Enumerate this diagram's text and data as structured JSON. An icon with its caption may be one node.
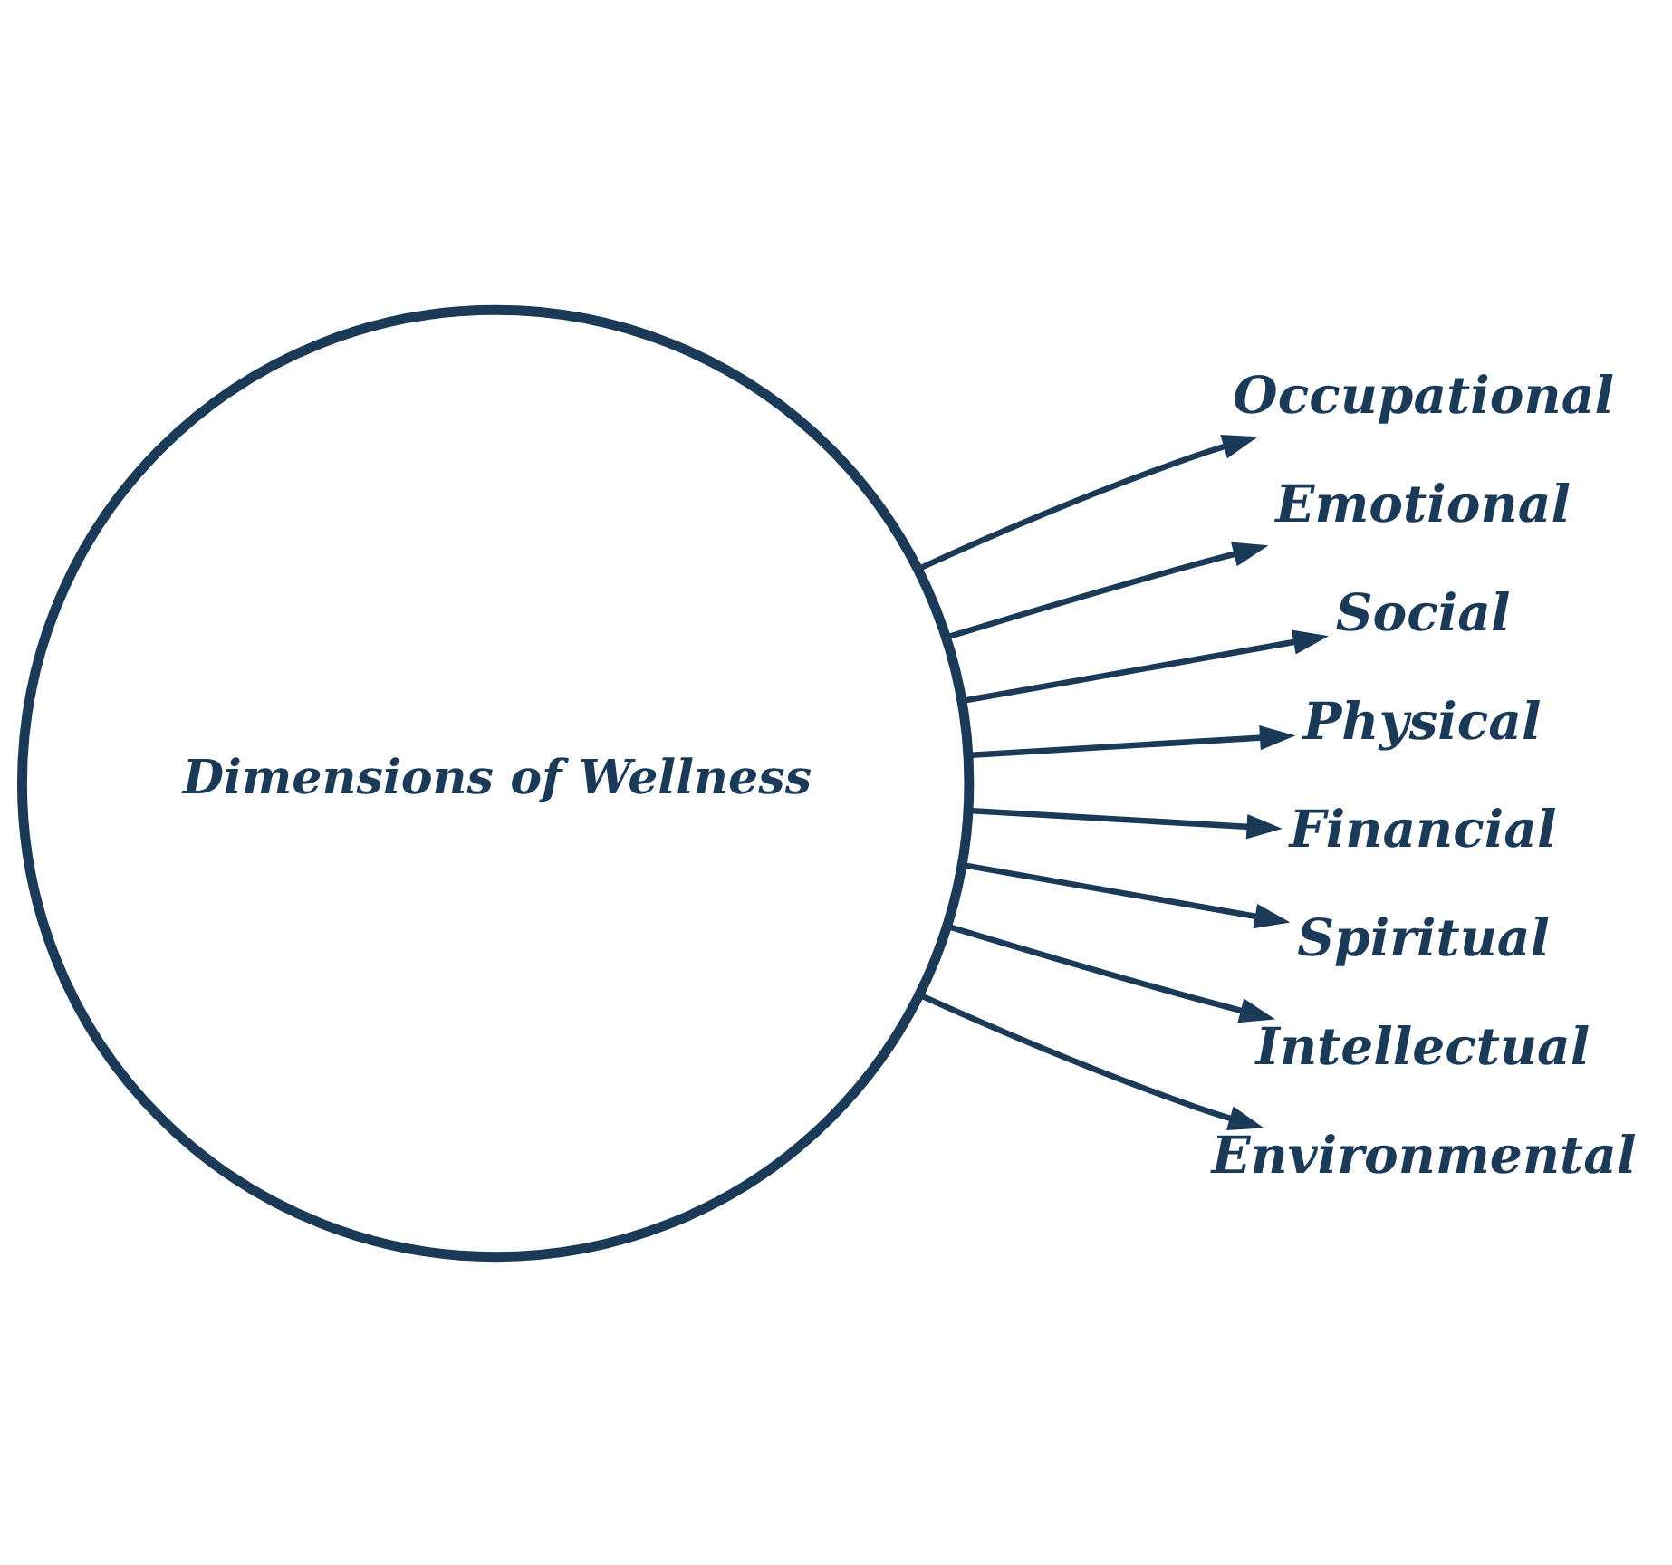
{
  "diagram": {
    "nodes": [
      {
        "text": [
          "Dimensions of Wellness"
        ]
      },
      {
        "text": [
          "Occupational"
        ]
      },
      {
        "text": [
          "Emotional"
        ]
      },
      {
        "text": [
          "Social"
        ]
      },
      {
        "text": [
          "Physical"
        ]
      },
      {
        "text": [
          "Financial"
        ]
      },
      {
        "text": [
          "Spiritual"
        ]
      },
      {
        "text": [
          "Intellectual"
        ]
      },
      {
        "text": [
          "Environmental"
        ]
      }
    ],
    "edges": [
      {
        "from": 0,
        "to": 1,
        "arrow": "to"
      },
      {
        "from": 0,
        "to": 2,
        "arrow": "to"
      },
      {
        "from": 0,
        "to": 3,
        "arrow": "to"
      },
      {
        "from": 0,
        "to": 4,
        "arrow": "to"
      },
      {
        "from": 0,
        "to": 5,
        "arrow": "to"
      },
      {
        "from": 0,
        "to": 6,
        "arrow": "to"
      },
      {
        "from": 0,
        "to": 7,
        "arrow": "to"
      },
      {
        "from": 0,
        "to": 8,
        "arrow": "to"
      }
    ]
  }
}
